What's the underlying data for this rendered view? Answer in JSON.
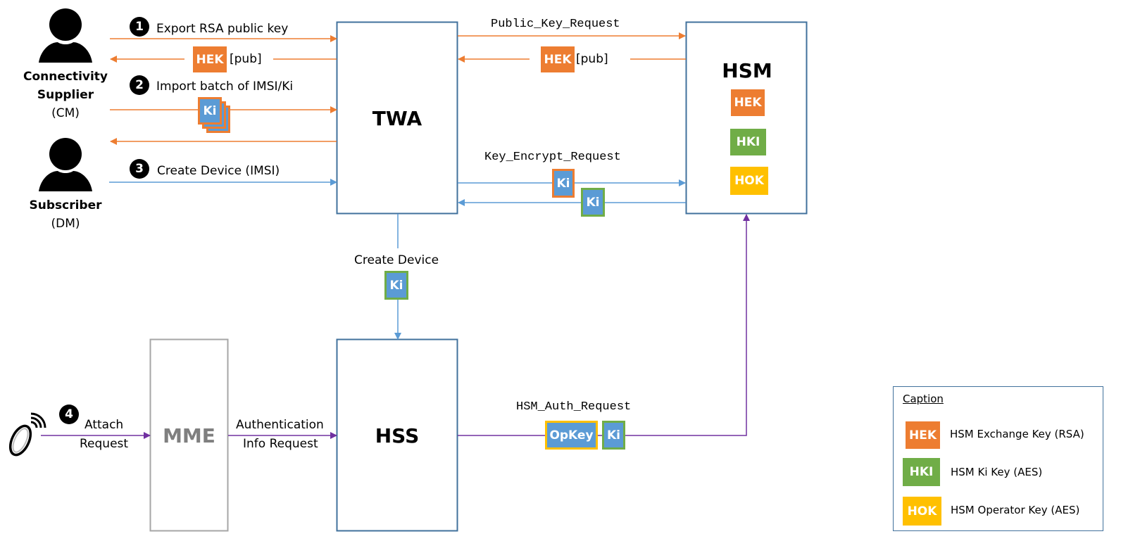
{
  "colors": {
    "orange": "#ed7d31",
    "green": "#70ad47",
    "yellow": "#ffc000",
    "blue": "#5b9bd5",
    "purple": "#7030a0",
    "box_border": "#41719c",
    "mme_gray": "#a6a6a6"
  },
  "actors": {
    "supplier": {
      "line1": "Connectivity",
      "line2": "Supplier",
      "line3": "(CM)",
      "icon": "person-icon"
    },
    "subscriber": {
      "line1": "Subscriber",
      "line2": "(DM)",
      "icon": "person-icon"
    },
    "device": {
      "icon": "wearable-wireless-icon"
    }
  },
  "nodes": {
    "twa": "TWA",
    "hsm": "HSM",
    "hss": "HSS",
    "mme": "MME"
  },
  "hsm_keys": [
    "HEK",
    "HKI",
    "HOK"
  ],
  "steps": [
    {
      "num": "1",
      "label": "Export RSA public key"
    },
    {
      "num": "2",
      "label": "Import batch of IMSI/Ki"
    },
    {
      "num": "3",
      "label": "Create Device (IMSI)"
    },
    {
      "num": "4",
      "label_line1": "Attach",
      "label_line2": "Request"
    }
  ],
  "messages": {
    "hek_pub_key": "HEK",
    "hek_pub_suffix": "[pub]",
    "public_key_request": "Public_Key_Request",
    "key_encrypt_request": "Key_Encrypt_Request",
    "hsm_auth_request": "HSM_Auth_Request",
    "create_device": "Create Device",
    "auth_info_line1": "Authentication",
    "auth_info_line2": "Info Request",
    "ki": "Ki",
    "opkey": "OpKey"
  },
  "legend": {
    "title": "Caption",
    "items": [
      {
        "key": "HEK",
        "desc": "HSM Exchange Key (RSA)",
        "color": "#ed7d31"
      },
      {
        "key": "HKI",
        "desc": "HSM Ki Key (AES)",
        "color": "#70ad47"
      },
      {
        "key": "HOK",
        "desc": "HSM Operator Key (AES)",
        "color": "#ffc000"
      }
    ]
  }
}
